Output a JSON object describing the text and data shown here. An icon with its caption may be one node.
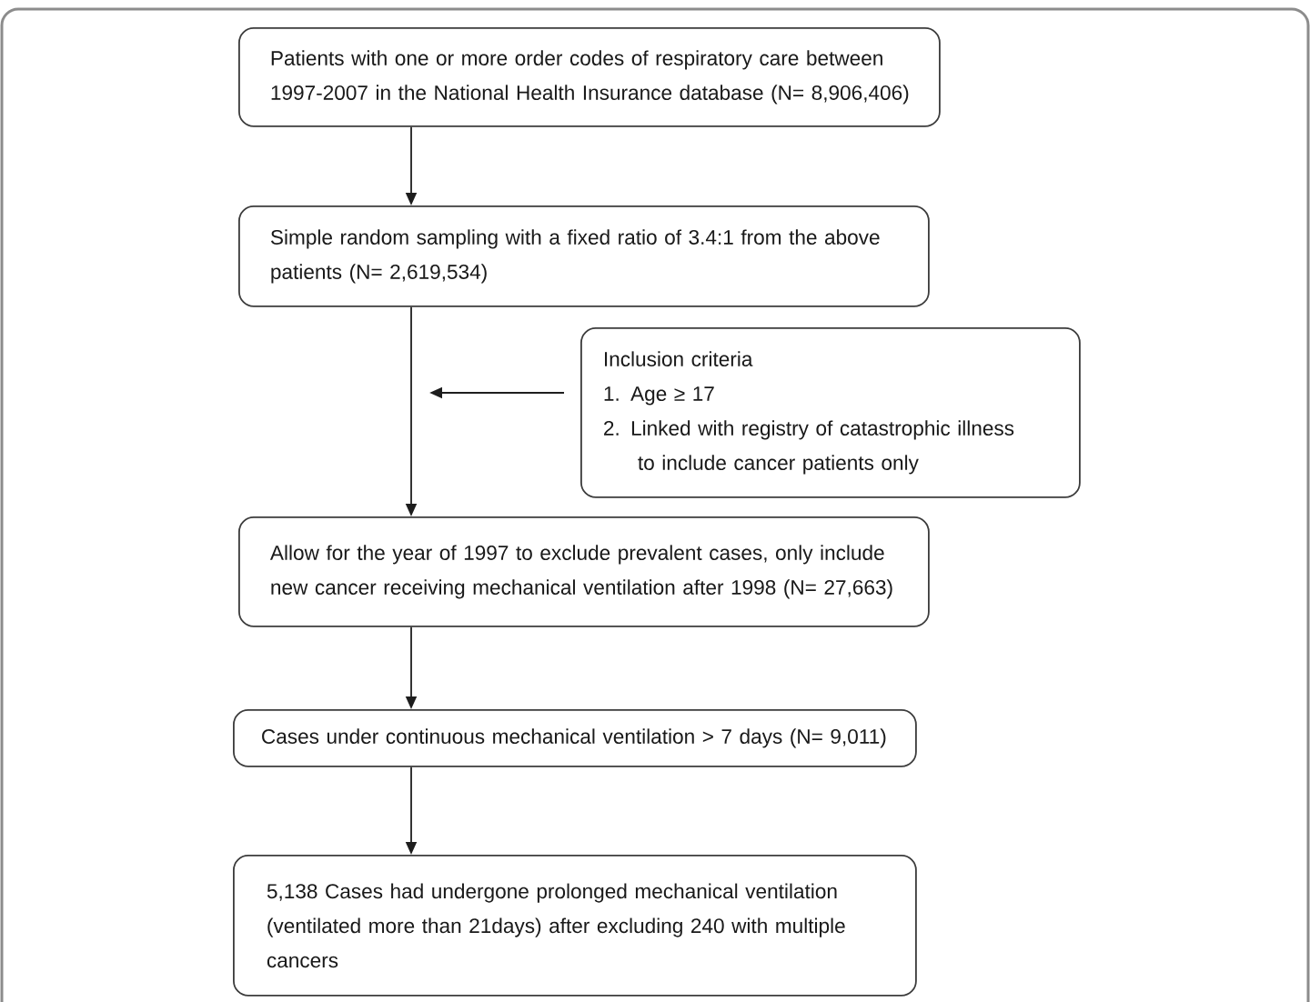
{
  "diagram": {
    "nodes": [
      {
        "text": [
          "Patients with one or more order codes of respiratory care between 1997-2007 in the National Health Insurance database (N= 8,906,406)"
        ]
      },
      {
        "text": [
          "Simple random sampling with a fixed ratio of 3.4:1 from the above patients (N= 2,619,534)"
        ]
      },
      {
        "text": [
          "Inclusion criteria",
          "1. Age ≥ 17",
          "2. Linked with registry of catastrophic illness to include cancer patients only"
        ]
      },
      {
        "text": [
          "Allow for the year of 1997 to exclude prevalent cases, only include new cancer receiving mechanical ventilation after 1998 (N= 27,663)"
        ]
      },
      {
        "text": [
          "Cases under continuous mechanical ventilation > 7 days (N= 9,011)"
        ]
      },
      {
        "text": [
          "5,138 Cases had undergone prolonged mechanical ventilation (ventilated more than 21days) after excluding 240 with multiple cancers"
        ]
      }
    ],
    "edges": [
      {
        "from": 0,
        "to": 1,
        "arrow": "to"
      },
      {
        "from": 1,
        "to": 3,
        "arrow": "to"
      },
      {
        "from": 2,
        "to": null,
        "arrow": "to"
      },
      {
        "from": 3,
        "to": 4,
        "arrow": "to"
      },
      {
        "from": 4,
        "to": 5,
        "arrow": "to"
      }
    ]
  }
}
